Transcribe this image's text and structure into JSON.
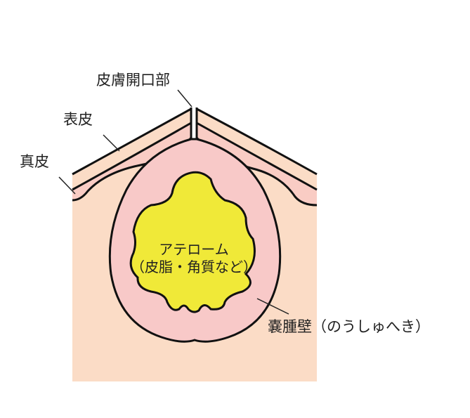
{
  "labels": {
    "pore": "皮膚開口部",
    "epidermis": "表皮",
    "dermis": "真皮",
    "atheroma_line1": "アテローム",
    "atheroma_line2": "（皮脂・角質など）",
    "cyst_wall": "嚢腫壁（のうしゅへき）"
  },
  "colors": {
    "skin_base": "#fbdcc6",
    "epidermis_band": "#f9ccc4",
    "cyst_wall": "#f8c9c8",
    "atheroma": "#f0e938",
    "outline": "#111111",
    "background": "#ffffff"
  }
}
